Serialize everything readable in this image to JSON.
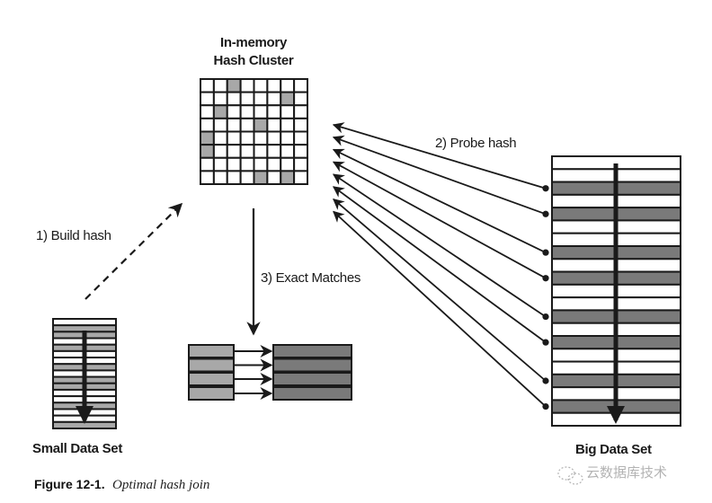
{
  "labels": {
    "hash_cluster_line1": "In-memory",
    "hash_cluster_line2": "Hash Cluster",
    "build_hash": "1) Build hash",
    "probe_hash": "2) Probe hash",
    "exact_matches": "3) Exact Matches",
    "small_data_set": "Small Data Set",
    "big_data_set": "Big Data Set"
  },
  "caption": {
    "figure_number": "Figure 12-1.",
    "title": "Optimal hash join"
  },
  "watermark": {
    "icon": "wechat-icon",
    "text": "云数据库技术"
  },
  "colors": {
    "ink": "#1a1a1a",
    "light_gray": "#a8a8a8",
    "mid_gray": "#7a7a7a",
    "watermark": "#9a9a9a"
  },
  "hash_cluster": {
    "rows": 8,
    "cols": 8,
    "filled_cells": [
      [
        0,
        2
      ],
      [
        1,
        6
      ],
      [
        2,
        1
      ],
      [
        3,
        4
      ],
      [
        4,
        0
      ],
      [
        5,
        0
      ],
      [
        7,
        4
      ],
      [
        7,
        6
      ]
    ]
  },
  "small_data_set": {
    "rows": [
      "white",
      "gray",
      "gray",
      "white",
      "gray",
      "white",
      "white",
      "gray",
      "white",
      "gray",
      "gray",
      "white",
      "white",
      "gray",
      "white",
      "white",
      "gray"
    ]
  },
  "big_data_set": {
    "rows": [
      "white",
      "white",
      "gray",
      "white",
      "gray",
      "white",
      "white",
      "gray",
      "white",
      "gray",
      "white",
      "white",
      "gray",
      "white",
      "gray",
      "white",
      "white",
      "gray",
      "white",
      "gray",
      "white"
    ]
  },
  "exact_matches": {
    "pairs": 4
  }
}
